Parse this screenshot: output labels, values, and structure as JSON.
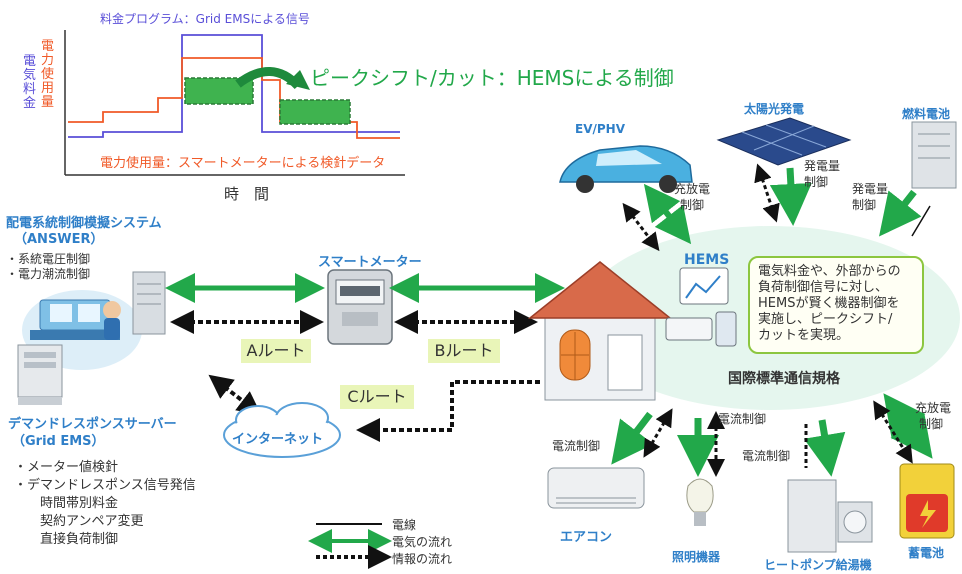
{
  "chart": {
    "program_label": "料金プログラム：Grid EMSによる信号",
    "usage_label": "電力使用量：スマートメーターによる検針データ",
    "y_label_price": "電気料金",
    "y_label_usage": "電力使用量",
    "x_label": "時　間",
    "shift_label": "ピークシフト/カット：HEMSによる制御"
  },
  "answer": {
    "title_line1": "配電系統制御模擬システム",
    "title_line2": "（ANSWER）",
    "bullet1": "・系統電圧制御",
    "bullet2": "・電力潮流制御"
  },
  "server": {
    "title_line1": "デマンドレスポンスサーバー",
    "title_line2": "（Grid EMS）",
    "items": [
      "・メーター値検針",
      "・デマンドレスポンス信号発信",
      "時間帯別料金",
      "契約アンペア変更",
      "直接負荷制御"
    ]
  },
  "smart_meter": "スマートメーター",
  "routes": {
    "a": "Aルート",
    "b": "Bルート",
    "c": "Cルート"
  },
  "internet": "インターネット",
  "hems": {
    "label": "HEMS",
    "note": [
      "電気料金や、外部からの",
      "負荷制御信号に対し、",
      "HEMSが賢く機器制御を",
      "実施し、ピークシフト/",
      "カットを実現。"
    ],
    "standard": "国際標準通信規格"
  },
  "devices": {
    "ev": "EV/PHV",
    "solar": "太陽光発電",
    "fuel_cell": "燃料電池",
    "aircon": "エアコン",
    "lighting": "照明機器",
    "heatpump": "ヒートポンプ給湯機",
    "battery": "蓄電池"
  },
  "controls": {
    "ev": [
      "充放電",
      "制御"
    ],
    "solar": [
      "発電量",
      "制御"
    ],
    "fuel": [
      "発電量",
      "制御"
    ],
    "aircon": "電流制御",
    "lighting": "電流制御",
    "heatpump": "電流制御",
    "battery": [
      "充放電",
      "制御"
    ]
  },
  "legend": {
    "line": "電線",
    "power": "電気の流れ",
    "info": "情報の流れ"
  },
  "colors": {
    "green": "#22a84a",
    "blue_text": "#2f7fc8",
    "price_line": "#5a4fd8",
    "usage_line": "#f05a28",
    "route_bg": "#e9f5b8",
    "ellipse": "#e5f6ee"
  }
}
